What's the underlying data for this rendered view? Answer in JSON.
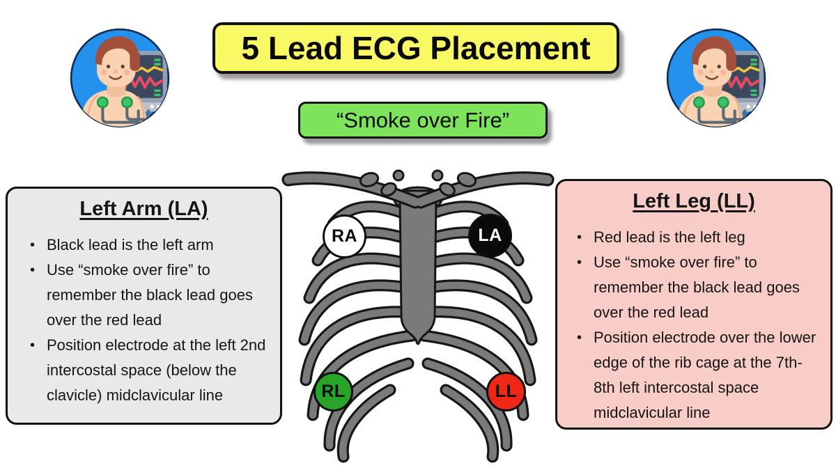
{
  "header": {
    "title": "5 Lead ECG Placement",
    "title_bg": "#f8f964",
    "subtitle": "“Smoke over Fire”",
    "subtitle_bg": "#7ce35b"
  },
  "icons": {
    "left": "patient-with-ecg-monitor-icon",
    "right": "patient-with-ecg-monitor-icon",
    "circle_bg": "#2492ec"
  },
  "left_box": {
    "title": "Left Arm (LA)",
    "bg": "#e9e9e9",
    "bullets": [
      "Black lead is the left arm",
      "Use “smoke over fire” to remember the black lead goes over the red lead",
      "Position electrode at the left 2nd intercostal space (below the clavicle) midclavicular line"
    ]
  },
  "right_box": {
    "title": "Left Leg (LL)",
    "bg": "#f9cdc7",
    "bullets": [
      "Red lead is the left leg",
      "Use “smoke over fire” to remember the black lead goes over the red lead",
      "Position electrode over the lower edge of the rib cage at the 7th-8th left intercostal space midclavicular line"
    ]
  },
  "ribcage": {
    "color": "#7a7a7a",
    "outline": "#161616"
  },
  "electrodes": [
    {
      "label": "RA",
      "bg": "#ffffff",
      "fg": "#0a0a0a"
    },
    {
      "label": "LA",
      "bg": "#0a0a0a",
      "fg": "#ffffff"
    },
    {
      "label": "RL",
      "bg": "#28a528",
      "fg": "#0a0a0a"
    },
    {
      "label": "LL",
      "bg": "#ee2817",
      "fg": "#0a0a0a"
    }
  ]
}
